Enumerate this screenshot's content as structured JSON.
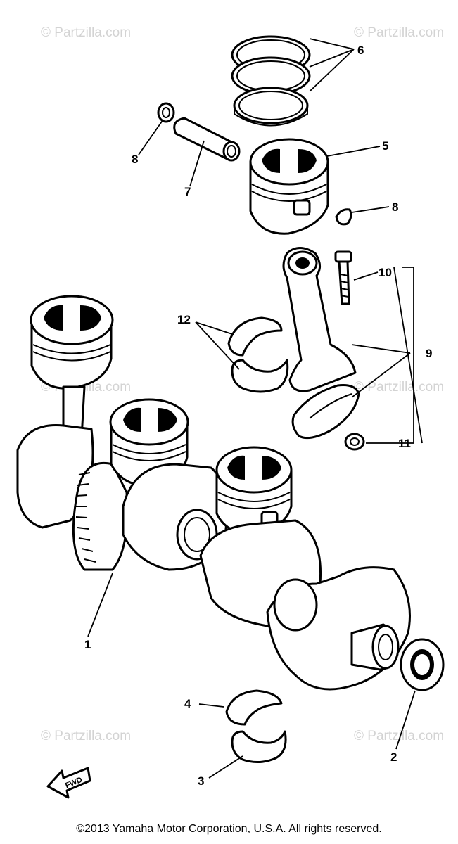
{
  "watermarks": [
    "© Partzilla.com",
    "© Partzilla.com",
    "© Partzilla.com",
    "© Partzilla.com",
    "© Partzilla.com",
    "© Partzilla.com"
  ],
  "callouts": {
    "c1": "1",
    "c2": "2",
    "c3": "3",
    "c4": "4",
    "c5": "5",
    "c6": "6",
    "c7": "7",
    "c8a": "8",
    "c8b": "8",
    "c9": "9",
    "c10": "10",
    "c11": "11",
    "c12": "12"
  },
  "fwd_label": "FWD",
  "copyright": "©2013 Yamaha Motor Corporation, U.S.A. All rights reserved."
}
